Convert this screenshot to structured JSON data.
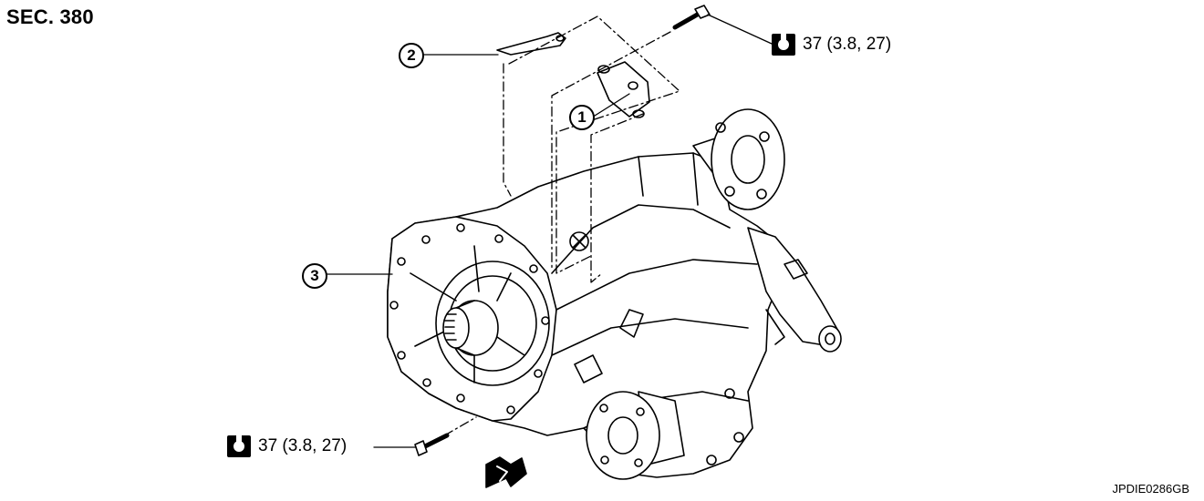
{
  "section_title": "SEC. 380",
  "reference_code": "JPDIE0286GB",
  "callouts": [
    {
      "number": "1",
      "part": "part-1"
    },
    {
      "number": "2",
      "part": "part-2"
    },
    {
      "number": "3",
      "part": "part-3"
    }
  ],
  "torque_specs": {
    "top": {
      "icon": "torque-wrench-icon",
      "value": "37 (3.8, 27)"
    },
    "bottom": {
      "icon": "torque-wrench-icon",
      "value": "37 (3.8, 27)"
    }
  },
  "front_arrow_icon": "front-direction-arrow-icon"
}
